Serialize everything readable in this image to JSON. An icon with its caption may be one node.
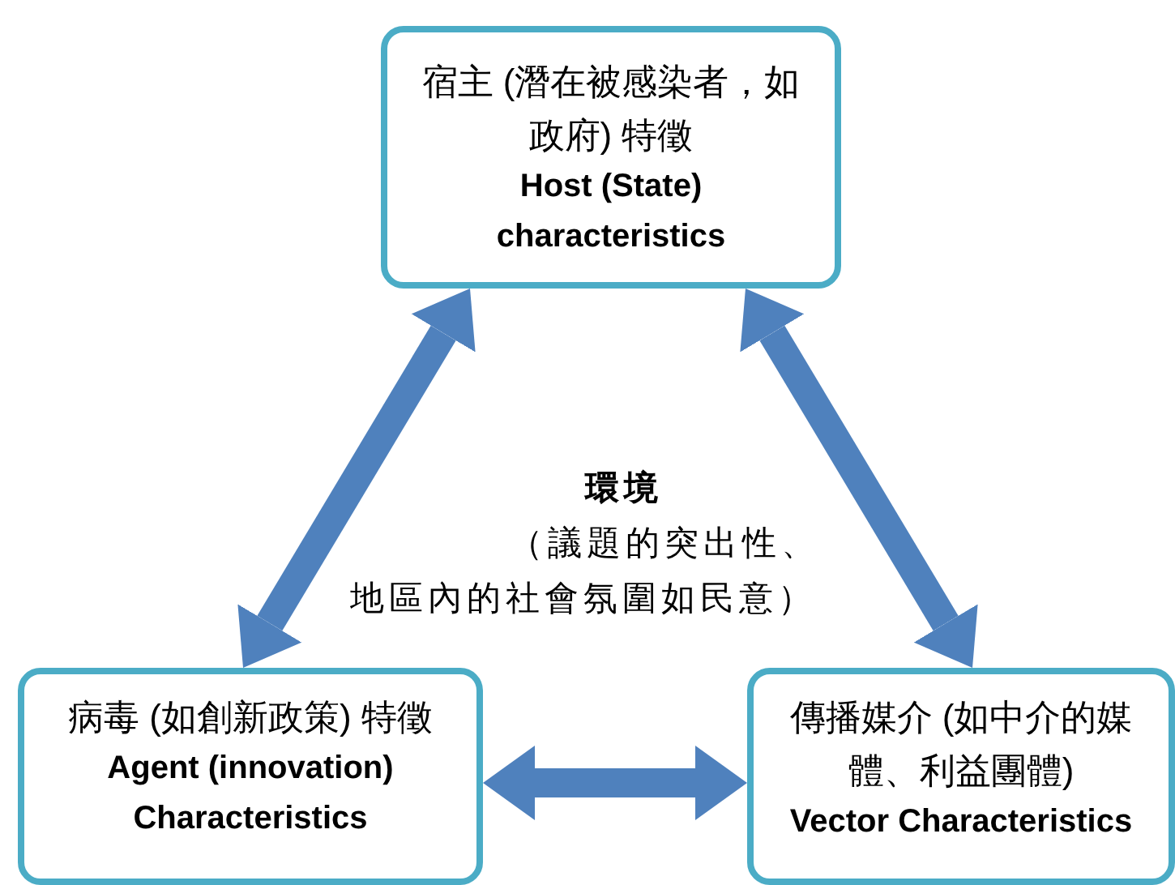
{
  "diagram": {
    "nodes": [
      {
        "text": [
          "宿主 (潛在被感染者，如政府) 特徵",
          "Host (State) characteristics"
        ]
      },
      {
        "text": [
          "病毒 (如創新政策) 特徵",
          "Agent (innovation) Characteristics"
        ]
      },
      {
        "text": [
          "傳播媒介 (如中介的媒體、利益團體)",
          "Vector Characteristics"
        ]
      }
    ],
    "edges": [
      {
        "from": 0,
        "to": 1,
        "arrow": "both"
      },
      {
        "from": 0,
        "to": 2,
        "arrow": "both"
      },
      {
        "from": 1,
        "to": 2,
        "arrow": "both"
      }
    ],
    "labels": [
      "環境",
      "（議題的突出性、地區內的社會氛圍如民意）"
    ]
  }
}
